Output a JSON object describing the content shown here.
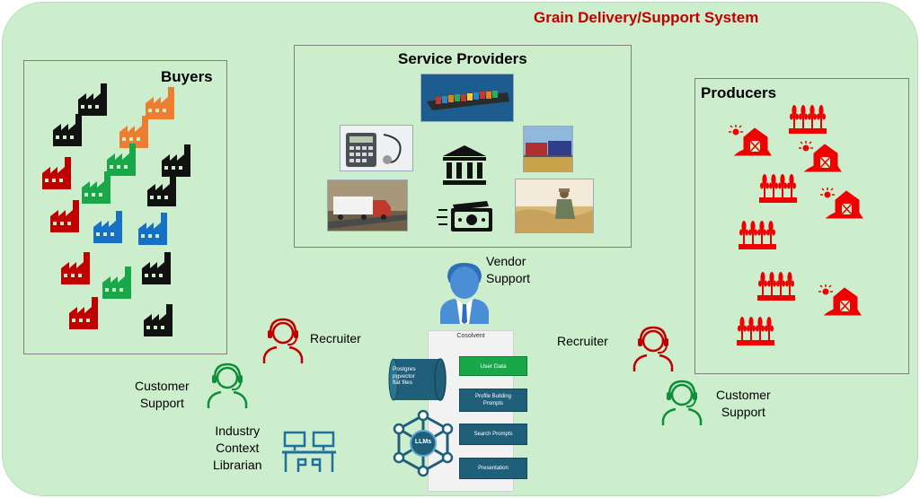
{
  "title": "Grain Delivery/Support System",
  "buyers": {
    "heading": "Buyers"
  },
  "service_providers": {
    "heading": "Service Providers"
  },
  "producers": {
    "heading": "Producers"
  },
  "vendor_support": {
    "line1": "Vendor",
    "line2": "Support"
  },
  "recruiter_left": "Recruiter",
  "recruiter_right": "Recruiter",
  "customer_support_left": {
    "line1": "Customer",
    "line2": "Support"
  },
  "customer_support_right": {
    "line1": "Customer",
    "line2": "Support"
  },
  "librarian": {
    "line1": "Industry",
    "line2": "Context",
    "line3": "Librarian"
  },
  "cosolvent": {
    "name": "Cosolvent",
    "db_lines": [
      "Postgres",
      "pgvector",
      "flat files"
    ],
    "hub_label": "LLMs",
    "user_data": "User Data",
    "profile_line1": "Profile Building",
    "profile_line2": "Prompts",
    "search_prompts": "Search Prompts",
    "presentation": "Presentation"
  },
  "colors": {
    "title": "#c00000",
    "factory_black": "#111111",
    "factory_red": "#c00000",
    "factory_green": "#18a84a",
    "factory_blue": "#1670c4",
    "factory_orange": "#ed7d31",
    "person_red": "#c00000",
    "person_green": "#0f8f3a",
    "librarian_blue": "#1f6f9f",
    "vendor_blue": "#4a8ed6",
    "db_blue": "#1f5f7a",
    "producer_red": "#ee0000",
    "canvas_green": "#cdeecd"
  },
  "icons": {
    "buyers": "factory-icon",
    "producers": [
      "barn-sun-icon",
      "wheat-field-icon"
    ],
    "service_providers": [
      "cargo-ship-photo",
      "calculator-stethoscope-photo",
      "bank-icon",
      "freight-train-photo",
      "truck-photo",
      "cash-icon",
      "farmer-wheat-photo"
    ],
    "staff": [
      "headset-person-icon",
      "librarian-desk-icon",
      "businessman-icon",
      "database-icon",
      "network-hub-icon"
    ]
  }
}
